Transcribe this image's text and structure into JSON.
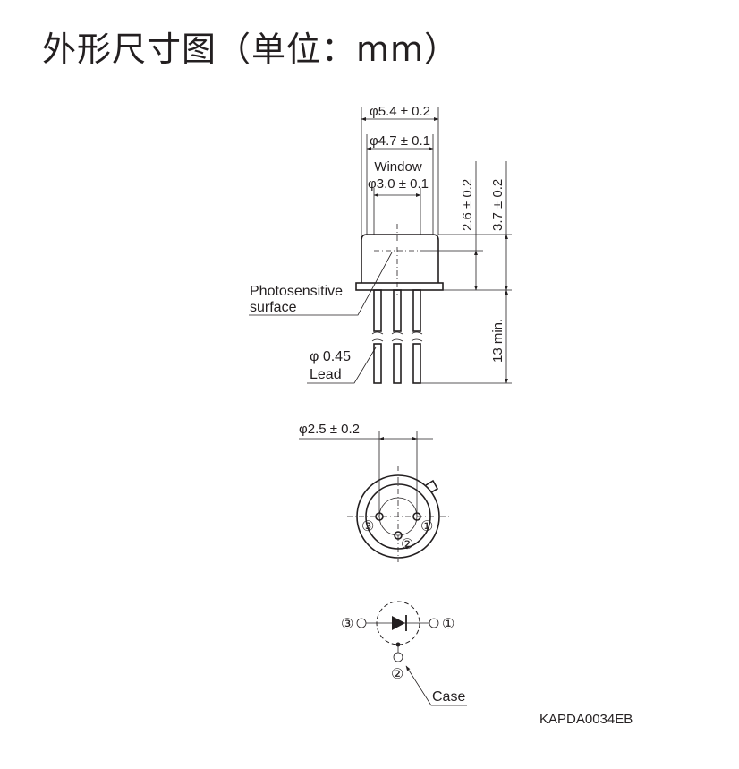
{
  "title": "外形尺寸图（单位：mm）",
  "dimensions": {
    "cap_diameter": "φ5.4 ± 0.2",
    "inner_diameter": "φ4.7 ± 0.1",
    "window_label": "Window",
    "window_diameter": "φ3.0 ± 0.1",
    "surface_height": "2.6 ± 0.2",
    "cap_height": "3.7 ± 0.2",
    "lead_length": "13 min.",
    "lead_diameter": "φ 0.45",
    "lead_label": "Lead",
    "pin_pitch": "φ2.5 ± 0.2"
  },
  "labels": {
    "photosensitive_line1": "Photosensitive",
    "photosensitive_line2": "surface",
    "case": "Case"
  },
  "pins": {
    "pin1": "①",
    "pin2": "②",
    "pin3": "③"
  },
  "drawing_code": "KAPDA0034EB"
}
